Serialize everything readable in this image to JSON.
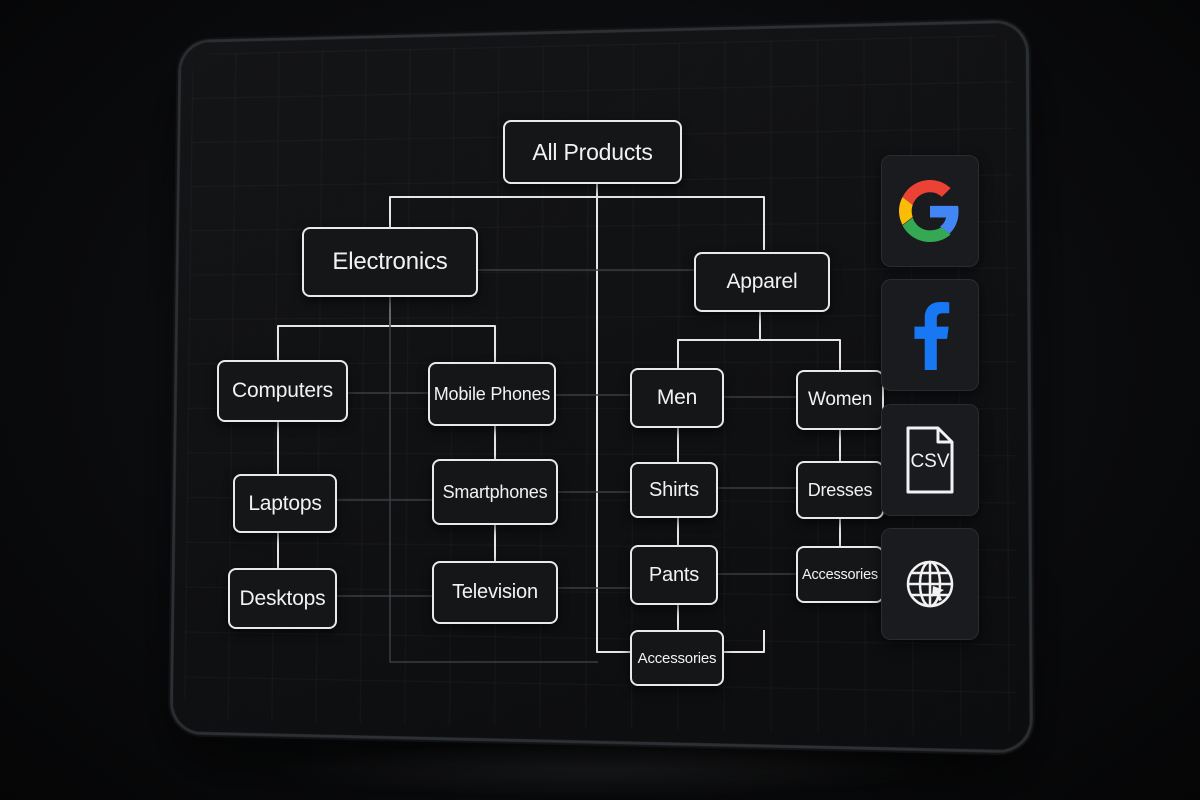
{
  "diagram": {
    "root": {
      "label": "All Products"
    },
    "electronics": {
      "label": "Electronics",
      "computers": {
        "label": "Computers",
        "children": [
          "Laptops",
          "Desktops"
        ]
      },
      "mobile": {
        "label": "Mobile Phones",
        "children": [
          "Smartphones",
          "Television"
        ]
      }
    },
    "apparel": {
      "label": "Apparel",
      "men": {
        "label": "Men",
        "children": [
          "Shirts",
          "Pants"
        ]
      },
      "women": {
        "label": "Women",
        "children": [
          "Dresses",
          "Accessories"
        ]
      }
    },
    "shared": {
      "label": "Accessories"
    }
  },
  "sidebar": {
    "icons": [
      {
        "name": "google-icon",
        "colors": [
          "#4285F4",
          "#EA4335",
          "#FBBC05",
          "#34A853"
        ]
      },
      {
        "name": "facebook-icon",
        "color": "#1877F2"
      },
      {
        "name": "csv-file-icon",
        "label": "CSV"
      },
      {
        "name": "globe-icon"
      }
    ]
  }
}
